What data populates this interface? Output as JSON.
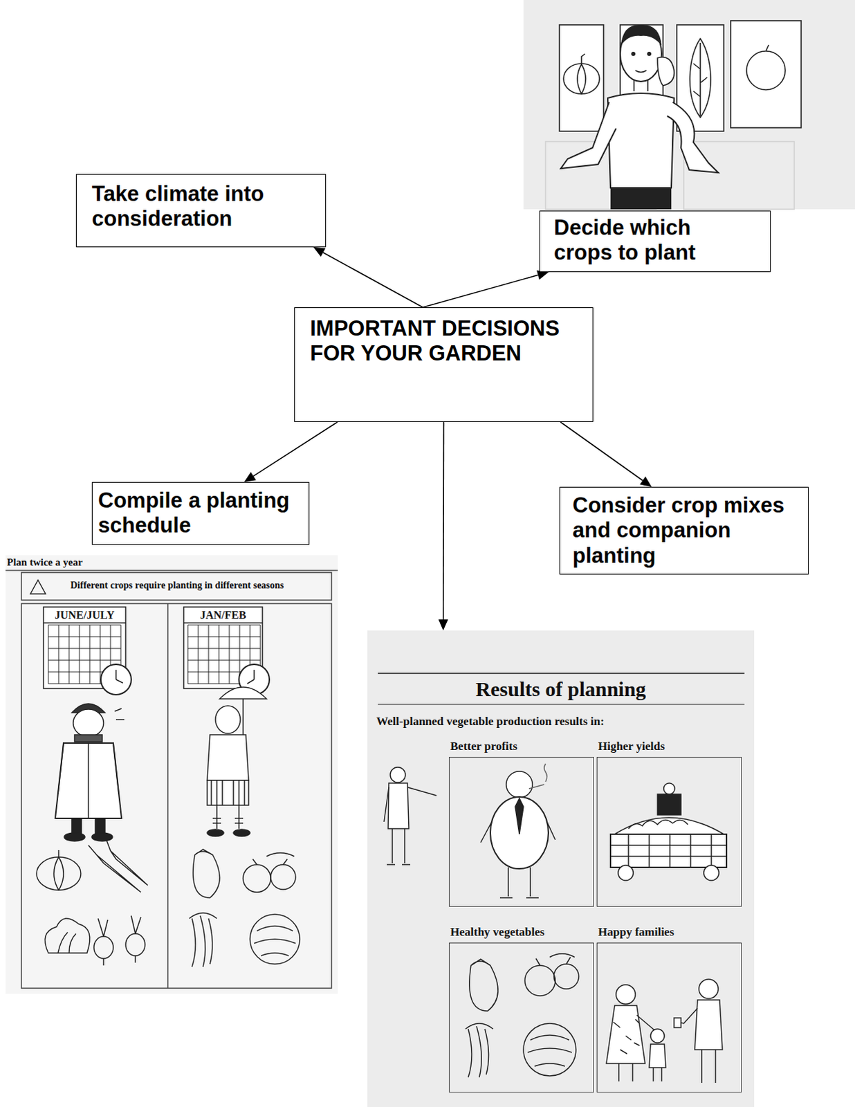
{
  "diagram": {
    "nodes": [
      {
        "text": [
          "Take climate into consideration"
        ]
      },
      {
        "text": [
          "Decide which crops to plant"
        ]
      },
      {
        "text": [
          "IMPORTANT DECISIONS FOR YOUR GARDEN"
        ]
      },
      {
        "text": [
          "Compile a planting schedule"
        ]
      },
      {
        "text": [
          "Consider crop mixes and companion planting"
        ]
      },
      {
        "text": [
          "Results of planning",
          "Well-planned vegetable production results in:"
        ]
      },
      {
        "text": [
          "Better profits"
        ],
        "in": 5
      },
      {
        "text": [
          "Higher yields"
        ],
        "in": 5
      },
      {
        "text": [
          "Healthy vegetables"
        ],
        "in": 5
      },
      {
        "text": [
          "Happy families"
        ],
        "in": 5
      }
    ],
    "edges": [
      {
        "from": 2,
        "to": 0,
        "arrow": "to"
      },
      {
        "from": 2,
        "to": 1,
        "arrow": "to"
      },
      {
        "from": 2,
        "to": 3,
        "arrow": "to"
      },
      {
        "from": 2,
        "to": 5,
        "arrow": "to"
      },
      {
        "from": 2,
        "to": 4,
        "arrow": "to"
      }
    ],
    "labels": [
      "Plan twice a year",
      "Different crops require planting in different seasons",
      "JUNE/JULY",
      "JAN/FEB"
    ]
  }
}
